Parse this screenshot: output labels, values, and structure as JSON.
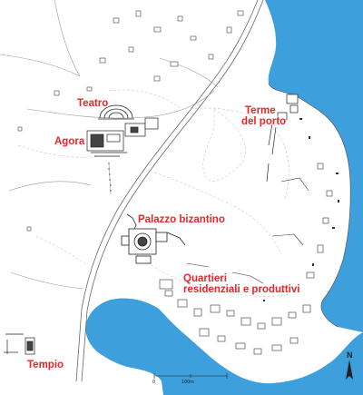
{
  "colors": {
    "sea": "#3da0dc",
    "label": "#e8262a",
    "ink": "#333333",
    "faint": "#b9b9b9"
  },
  "labels": {
    "teatro": "Teatro",
    "agora": "Agora",
    "terme_l1": "Terme",
    "terme_l2": "del porto",
    "palazzo": "Palazzo bizantino",
    "quartieri_l1": "Quartieri",
    "quartieri_l2": "residenziali e produttivi",
    "tempio": "Tempio"
  },
  "scale": {
    "zero": "0",
    "max": "100m"
  },
  "north": "N"
}
